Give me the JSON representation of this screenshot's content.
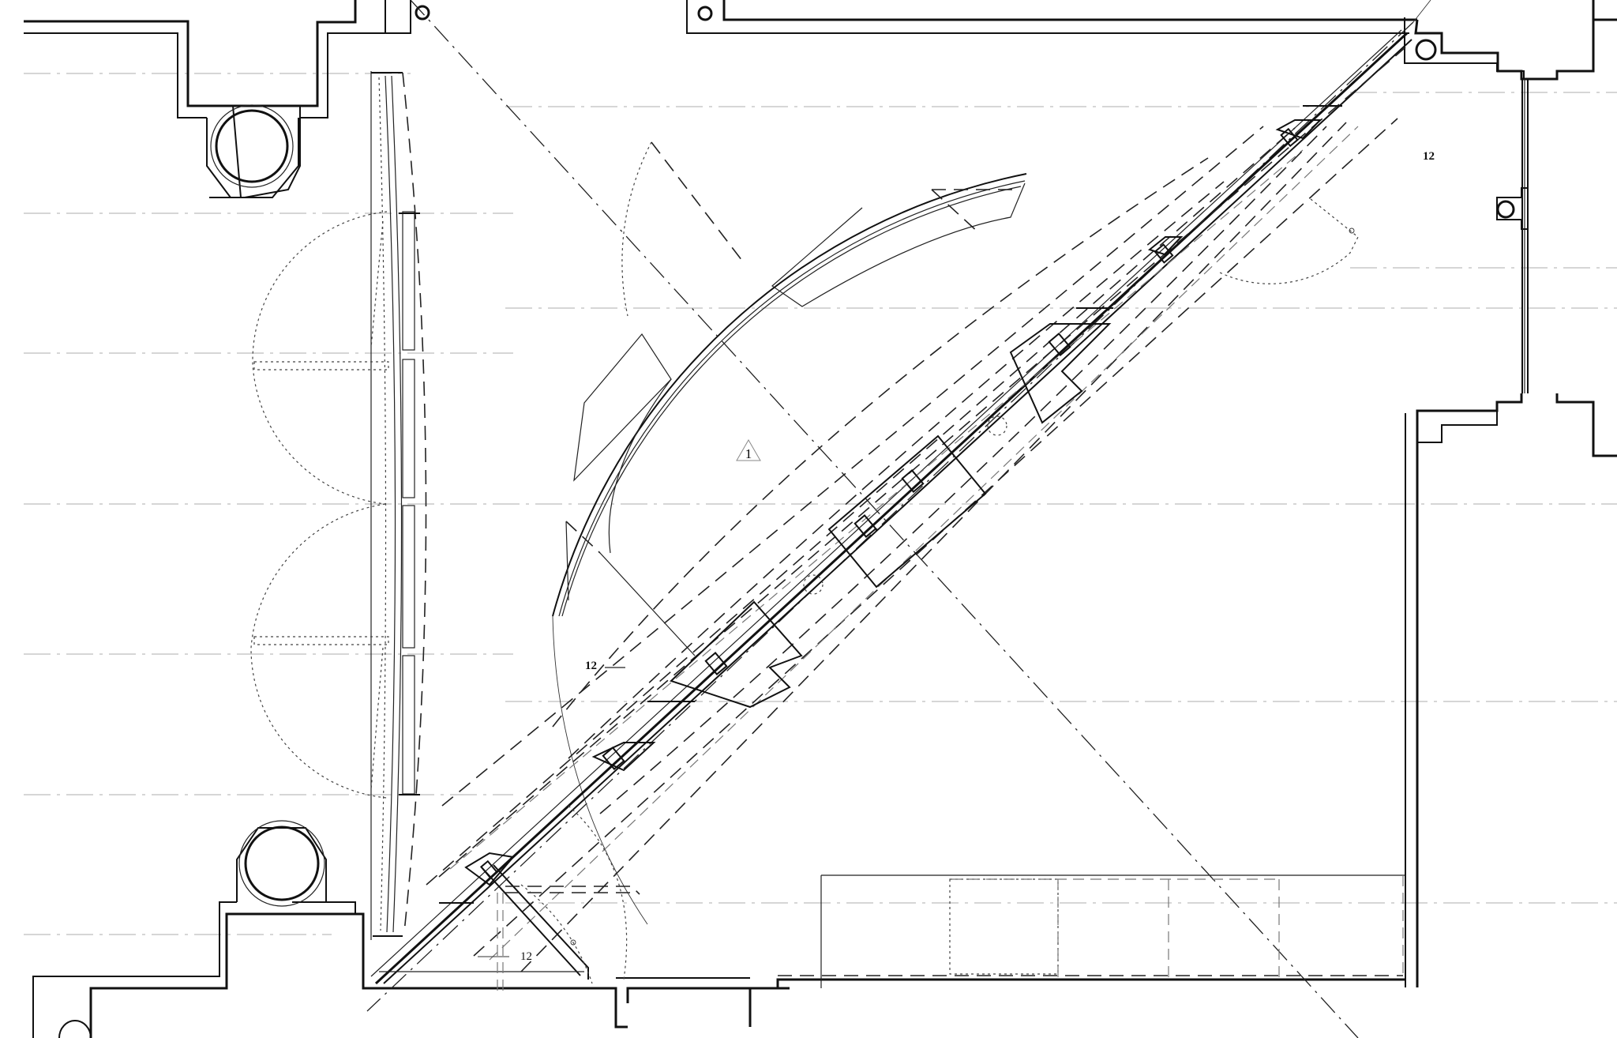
{
  "drawing": {
    "type": "architectural floor plan",
    "room_labels": [
      {
        "id": "room-12-top-right",
        "text": "12",
        "style": "bold"
      },
      {
        "id": "room-12-left",
        "text": "12",
        "style": "bold"
      },
      {
        "id": "room-12-bottom",
        "text": "12",
        "style": "plain"
      }
    ],
    "section_marker": {
      "text": "1",
      "shape": "triangle"
    },
    "colors": {
      "line": "#111111",
      "grid_line": "#c8c8c8",
      "background": "#ffffff"
    }
  }
}
